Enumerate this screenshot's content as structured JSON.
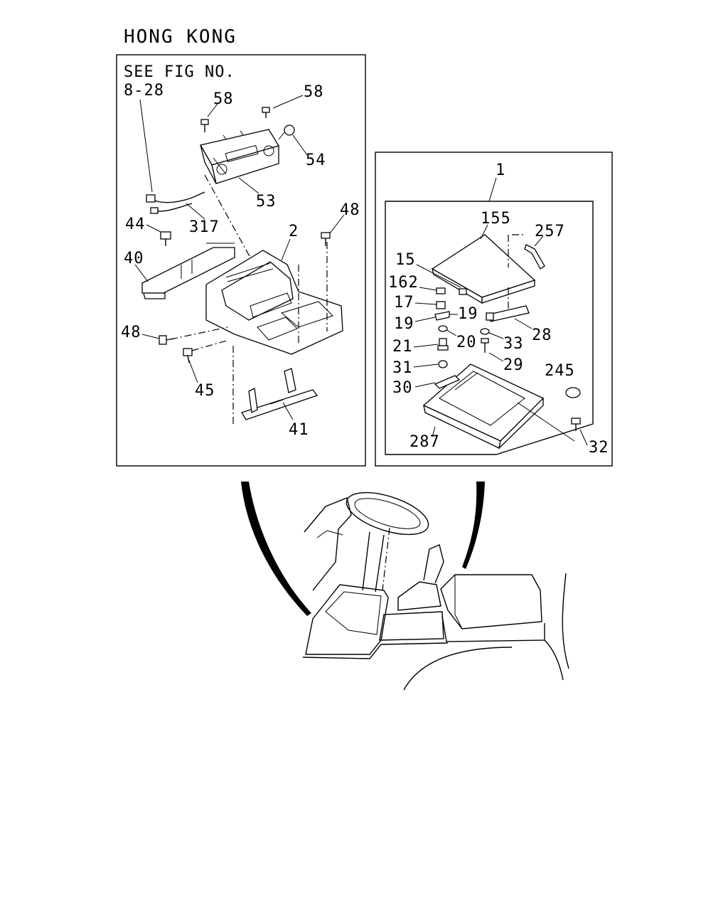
{
  "title": "HONG KONG",
  "left_panel": {
    "note_line1": "SEE FIG NO.",
    "note_line2": "8-28",
    "callouts": {
      "c58a": "58",
      "c58b": "58",
      "c54": "54",
      "c53": "53",
      "c317": "317",
      "c44": "44",
      "c2": "2",
      "c48a": "48",
      "c40": "40",
      "c48b": "48",
      "c45": "45",
      "c41": "41"
    }
  },
  "right_panel": {
    "callouts": {
      "c1": "1",
      "c155": "155",
      "c257": "257",
      "c15": "15",
      "c162": "162",
      "c17": "17",
      "c19a": "19",
      "c19b": "19",
      "c20": "20",
      "c33": "33",
      "c28": "28",
      "c21": "21",
      "c29": "29",
      "c31": "31",
      "c245": "245",
      "c30": "30",
      "c287": "287",
      "c32": "32"
    }
  }
}
